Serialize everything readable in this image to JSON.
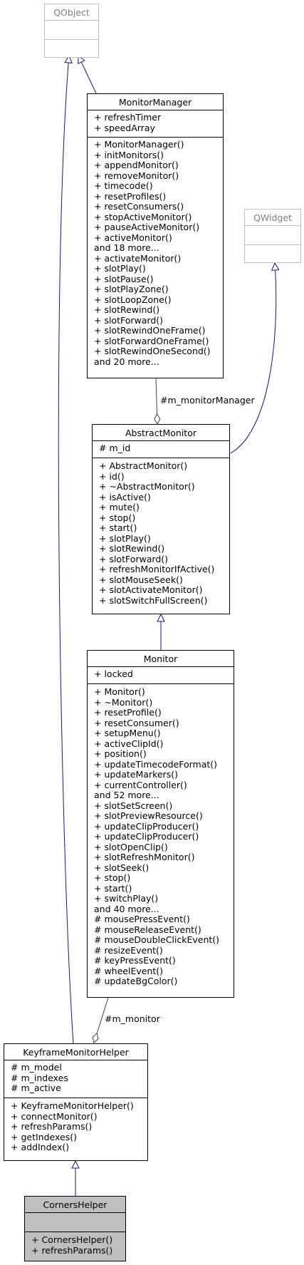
{
  "classes": {
    "qobject": {
      "name": "QObject",
      "attributes": [],
      "methods": []
    },
    "qwidget": {
      "name": "QWidget",
      "attributes": [],
      "methods": []
    },
    "monitor_manager": {
      "name": "MonitorManager",
      "attributes": [
        "+ refreshTimer",
        "+ speedArray"
      ],
      "methods": [
        "+ MonitorManager()",
        "+ initMonitors()",
        "+ appendMonitor()",
        "+ removeMonitor()",
        "+ timecode()",
        "+ resetProfiles()",
        "+ resetConsumers()",
        "+ stopActiveMonitor()",
        "+ pauseActiveMonitor()",
        "+ activeMonitor()",
        "and 18 more...",
        "+ activateMonitor()",
        "+ slotPlay()",
        "+ slotPause()",
        "+ slotPlayZone()",
        "+ slotLoopZone()",
        "+ slotRewind()",
        "+ slotForward()",
        "+ slotRewindOneFrame()",
        "+ slotForwardOneFrame()",
        "+ slotRewindOneSecond()",
        "and 20 more..."
      ]
    },
    "abstract_monitor": {
      "name": "AbstractMonitor",
      "attributes": [
        "# m_id"
      ],
      "methods": [
        "+ AbstractMonitor()",
        "+ id()",
        "+ ~AbstractMonitor()",
        "+ isActive()",
        "+ mute()",
        "+ stop()",
        "+ start()",
        "+ slotPlay()",
        "+ slotRewind()",
        "+ slotForward()",
        "+ refreshMonitorIfActive()",
        "+ slotMouseSeek()",
        "+ slotActivateMonitor()",
        "+ slotSwitchFullScreen()"
      ]
    },
    "monitor": {
      "name": "Monitor",
      "attributes": [
        "+ locked"
      ],
      "methods": [
        "+ Monitor()",
        "+ ~Monitor()",
        "+ resetProfile()",
        "+ resetConsumer()",
        "+ setupMenu()",
        "+ activeClipId()",
        "+ position()",
        "+ updateTimecodeFormat()",
        "+ updateMarkers()",
        "+ currentController()",
        "and 52 more...",
        "+ slotSetScreen()",
        "+ slotPreviewResource()",
        "+ updateClipProducer()",
        "+ updateClipProducer()",
        "+ slotOpenClip()",
        "+ slotRefreshMonitor()",
        "+ slotSeek()",
        "+ stop()",
        "+ start()",
        "+ switchPlay()",
        "and 40 more...",
        "# mousePressEvent()",
        "# mouseReleaseEvent()",
        "# mouseDoubleClickEvent()",
        "# resizeEvent()",
        "# keyPressEvent()",
        "# wheelEvent()",
        "# updateBgColor()"
      ]
    },
    "keyframe_monitor_helper": {
      "name": "KeyframeMonitorHelper",
      "attributes": [
        "# m_model",
        "# m_indexes",
        "# m_active"
      ],
      "methods": [
        "+ KeyframeMonitorHelper()",
        "+ connectMonitor()",
        "+ refreshParams()",
        "+ getIndexes()",
        "+ addIndex()"
      ]
    },
    "corners_helper": {
      "name": "CornersHelper",
      "attributes": [],
      "methods": [
        "+ CornersHelper()",
        "+ refreshParams()"
      ]
    }
  },
  "edge_labels": {
    "monitor_manager": "#m_monitorManager",
    "monitor": "#m_monitor"
  },
  "colors": {
    "inheritance": "#191970",
    "association": "#404040",
    "external_border": "#bfbfbf",
    "highlight_fill": "#bfbfbf"
  }
}
